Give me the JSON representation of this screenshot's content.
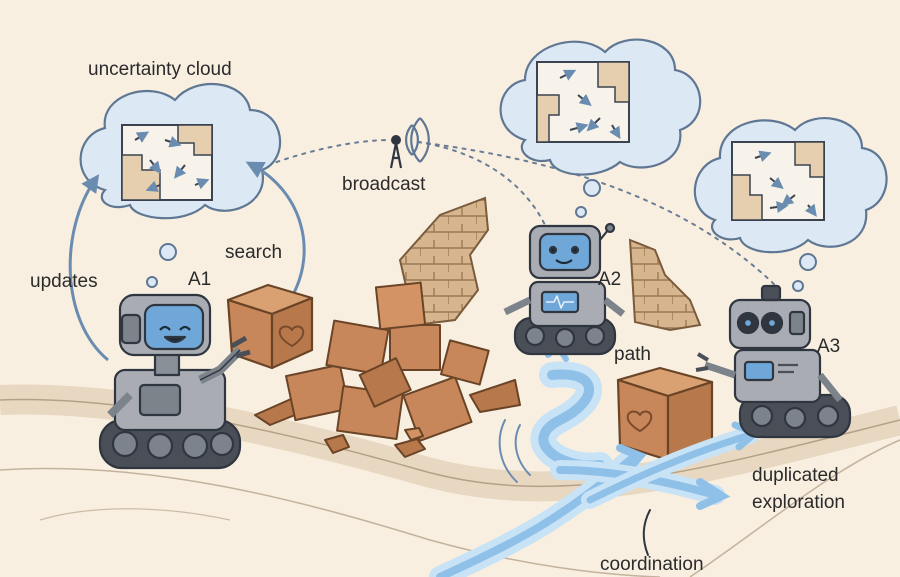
{
  "labels": {
    "uncertainty_cloud": "uncertainty cloud",
    "broadcast": "broadcast",
    "search": "search",
    "updates": "updates",
    "path": "path",
    "duplicated_line1": "duplicated",
    "duplicated_line2": "exploration",
    "coordination": "coordination"
  },
  "agents": [
    "A1",
    "A2",
    "A3"
  ],
  "colors": {
    "background": "#f8efe1",
    "cloud_fill": "#dce9f5",
    "cloud_stroke": "#5f7793",
    "robot_body": "#a9adb3",
    "robot_dark": "#4a4f57",
    "screen": "#6fa8d8",
    "block": "#c8875a",
    "block_dark": "#8a5634",
    "path_blue": "#8fc0e8",
    "text": "#2b2b2b"
  }
}
